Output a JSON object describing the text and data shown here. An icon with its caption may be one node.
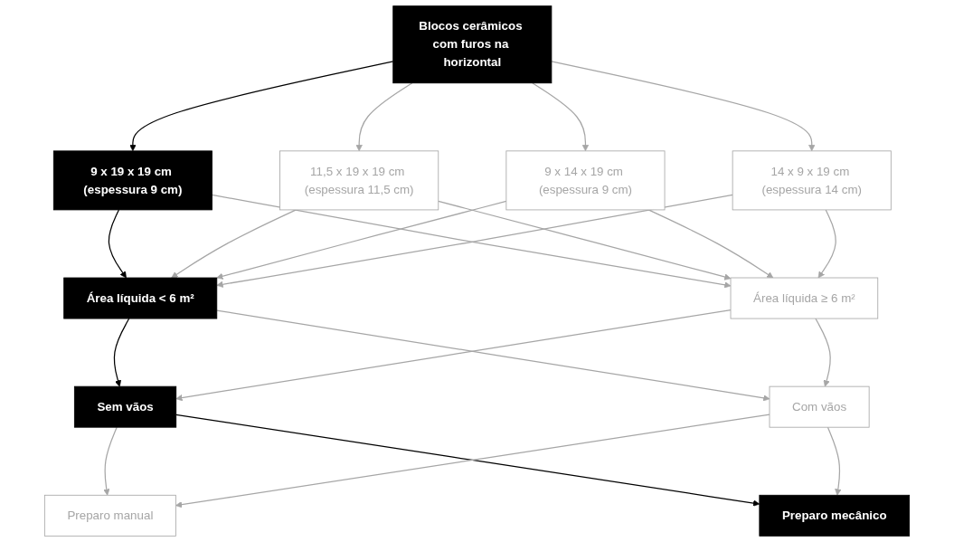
{
  "diagram": {
    "nodes": [
      {
        "text": [
          "Blocos cerâmicos com furos na horizontal"
        ]
      },
      {
        "text": [
          "9 x 19 x 19 cm (espessura 9 cm)"
        ]
      },
      {
        "text": [
          "11,5 x 19 x 19 cm (espessura 11,5 cm)"
        ]
      },
      {
        "text": [
          "9 x 14 x 19 cm (espessura 9 cm)"
        ]
      },
      {
        "text": [
          "14 x 9 x 19 cm (espessura 14 cm)"
        ]
      },
      {
        "text": [
          "Área líquida < 6 m²"
        ]
      },
      {
        "text": [
          "Área líquida ≥ 6 m²"
        ]
      },
      {
        "text": [
          "Sem vãos"
        ]
      },
      {
        "text": [
          "Com vãos"
        ]
      },
      {
        "text": [
          "Preparo manual"
        ]
      },
      {
        "text": [
          "Preparo mecânico"
        ]
      }
    ],
    "edges": [
      {
        "from": 0,
        "to": 1,
        "arrow": "to",
        "color": "#000000"
      },
      {
        "from": 0,
        "to": 2,
        "arrow": "to"
      },
      {
        "from": 0,
        "to": 3,
        "arrow": "to"
      },
      {
        "from": 0,
        "to": 4,
        "arrow": "to"
      },
      {
        "from": 1,
        "to": 5,
        "arrow": "to",
        "color": "#000000"
      },
      {
        "from": 1,
        "to": 6,
        "arrow": "to"
      },
      {
        "from": 2,
        "to": 5,
        "arrow": "to"
      },
      {
        "from": 2,
        "to": 6,
        "arrow": "to"
      },
      {
        "from": 3,
        "to": 5,
        "arrow": "to"
      },
      {
        "from": 3,
        "to": 6,
        "arrow": "to"
      },
      {
        "from": 4,
        "to": 5,
        "arrow": "to"
      },
      {
        "from": 4,
        "to": 6,
        "arrow": "to"
      },
      {
        "from": 5,
        "to": 7,
        "arrow": "to",
        "color": "#000000"
      },
      {
        "from": 5,
        "to": 8,
        "arrow": "to"
      },
      {
        "from": 6,
        "to": 7,
        "arrow": "to"
      },
      {
        "from": 6,
        "to": 8,
        "arrow": "to"
      },
      {
        "from": 7,
        "to": 9,
        "arrow": "to"
      },
      {
        "from": 7,
        "to": 10,
        "arrow": "to",
        "color": "#000000"
      },
      {
        "from": 8,
        "to": 9,
        "arrow": "to"
      },
      {
        "from": 8,
        "to": 10,
        "arrow": "to"
      }
    ]
  }
}
